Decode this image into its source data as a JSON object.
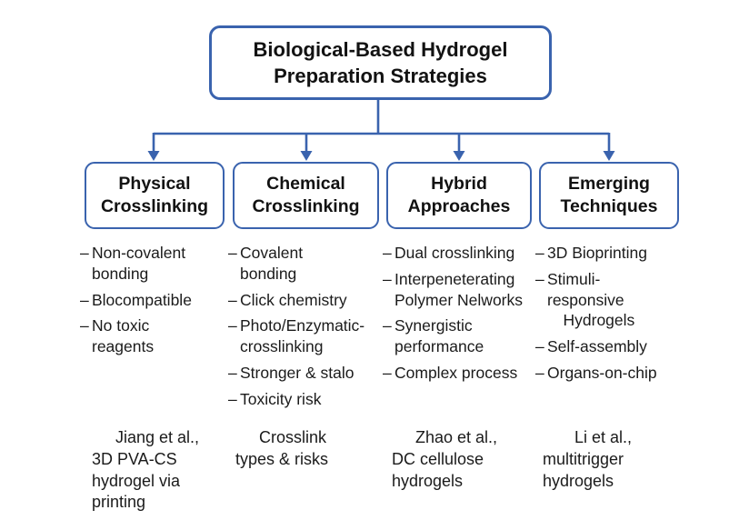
{
  "page": {
    "background": "#ffffff",
    "accent_color": "#3a63ae",
    "text_color": "#1b1b1b"
  },
  "title": "Biological-Based Hydrogel\nPreparation Strategies",
  "bullet_marker": "–",
  "columns": [
    {
      "heading": "Physical\nCrosslinking",
      "bullets": [
        "Non-covalent\nbonding",
        "Blocompatible",
        "No toxic\nreagents"
      ],
      "citation": "Jiang et al.,\n3D PVA-CS\nhydrogel via\nprinting"
    },
    {
      "heading": "Chemical\nCrosslinking",
      "bullets": [
        "Covalent\nbonding",
        "Click chemistry",
        "Photo/Enzymatic-\ncrosslinking",
        "Stronger & stalo",
        "Toxicity risk"
      ],
      "citation": "Crosslink\ntypes & risks"
    },
    {
      "heading": "Hybrid\nApproaches",
      "bullets": [
        "Dual crosslinking",
        "Interpeneterating\nPolymer Nelworks",
        "Synergistic\nperformance",
        "Complex process"
      ],
      "citation": "Zhao et al.,\nDC cellulose\nhydrogels"
    },
    {
      "heading": "Emerging\nTechniques",
      "bullets": [
        "3D Bioprinting",
        "Stimuli-\nresponsive\n Hydrogels",
        "Self-assembly",
        "Organs-on-chip"
      ],
      "citation": "Li et al.,\nmultitrigger\nhydrogels"
    }
  ]
}
